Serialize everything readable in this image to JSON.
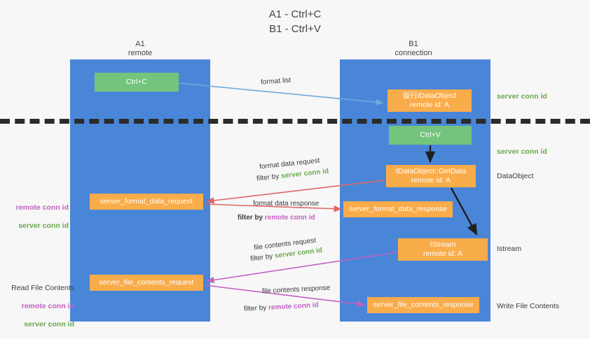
{
  "title": "A1 - Ctrl+C\nB1 - Ctrl+V",
  "columns": {
    "a1": "A1\nremote",
    "b1": "B1\nconnection"
  },
  "boxes": {
    "ctrl_c": "Ctrl+C",
    "ctrl_v": "Ctrl+V",
    "idataobject": "仮行IDataObject\nremote id: A",
    "getdata": "IDataObject::GetData\nremote id: A",
    "istream": "IStream\nremote id: A",
    "server_format_data_request": "server_format_data_request",
    "server_format_data_response": "server_format_data_response",
    "server_file_contents_request": "server_file_contents_request",
    "server_file_contents_response": "server_file_contents_response"
  },
  "annotations": {
    "server_conn_id_1": "server conn id",
    "server_conn_id_2": "server conn id",
    "dataobject": "DataObject",
    "istream": "Istream",
    "write_file_contents": "Write File Contents",
    "read_file_contents": "Read File Contents",
    "remote_conn_id": "remote conn id",
    "server_conn_id": "server conn id"
  },
  "flows": {
    "format_list": "format list",
    "format_data_request": "format data request",
    "filter_by": "filter by",
    "filter_server_conn_id": "server conn id",
    "format_data_response": "format data response",
    "filter_remote_conn_id": "remote conn id",
    "file_contents_request": "file contents request",
    "file_contents_response": "file contents response"
  },
  "colors": {
    "lane": "#4a86d8",
    "box_orange": "#f9ac4a",
    "box_green": "#74c47d",
    "green_text": "#6aa84f",
    "magenta_text": "#c261c2",
    "arrow_light_blue": "#6fa8dc",
    "arrow_red": "#e06666",
    "arrow_magenta": "#c261c2",
    "arrow_dark": "#1f1f1f",
    "background": "#f7f7f7"
  }
}
